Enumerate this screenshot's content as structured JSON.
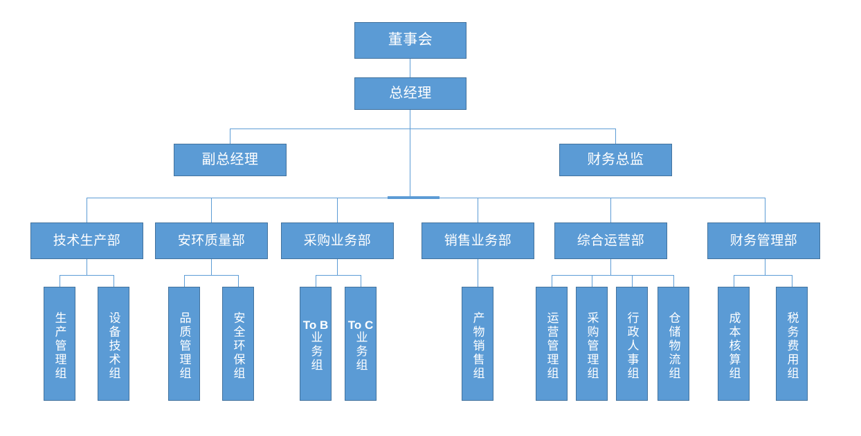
{
  "diagram": {
    "title_node": "董事会",
    "colors": {
      "node_fill": "#5B9BD5",
      "node_border": "#41719C",
      "node_text": "#FFFFFF",
      "connector": "#5B9BD5",
      "background": "#FFFFFF"
    },
    "levels": {
      "board": {
        "label": "董事会"
      },
      "gm": {
        "label": "总经理"
      },
      "executives": [
        {
          "label": "副总经理"
        },
        {
          "label": "财务总监"
        }
      ],
      "departments": [
        {
          "label": "技术生产部"
        },
        {
          "label": "安环质量部"
        },
        {
          "label": "采购业务部"
        },
        {
          "label": "销售业务部"
        },
        {
          "label": "综合运营部"
        },
        {
          "label": "财务管理部"
        }
      ],
      "groups": [
        {
          "label": "生产管理组",
          "latin": ""
        },
        {
          "label": "设备技术组",
          "latin": ""
        },
        {
          "label": "品质管理组",
          "latin": ""
        },
        {
          "label": "安全环保组",
          "latin": ""
        },
        {
          "label": "业务组",
          "latin": "To B"
        },
        {
          "label": "业务组",
          "latin": "To C"
        },
        {
          "label": "产物销售组",
          "latin": ""
        },
        {
          "label": "运营管理组",
          "latin": ""
        },
        {
          "label": "采购管理组",
          "latin": ""
        },
        {
          "label": "行政人事组",
          "latin": ""
        },
        {
          "label": "仓储物流组",
          "latin": ""
        },
        {
          "label": "成本核算组",
          "latin": ""
        },
        {
          "label": "税务费用组",
          "latin": ""
        }
      ]
    }
  }
}
